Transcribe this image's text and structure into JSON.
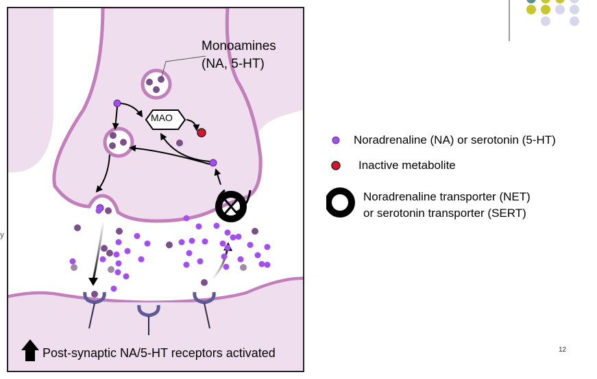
{
  "diagram": {
    "monoamines_line1": "Monoamines",
    "monoamines_line2": "(NA, 5-HT)",
    "mao_label": "MAO",
    "caption": "Post-synaptic NA/5-HT receptors activated",
    "stray_mark": "y"
  },
  "legend": {
    "na_label": "Noradrenaline (NA) or serotonin (5-HT)",
    "inactive_label": "Inactive metabolite",
    "transporter_line1": "Noradrenaline transporter (NET)",
    "transporter_line2": "or serotonin transporter (SERT)"
  },
  "slide": {
    "page_number": "12"
  },
  "colors": {
    "neuron_fill": "#eedeee",
    "membrane": "#c27fbc",
    "free_monoamine": "#a24ef0",
    "vesicle_monoamine": "#7a4f8a",
    "inactive_metabolite": "#e0112a",
    "receptor": "#5e5a98",
    "transporter": "#000000",
    "deco_teal": "#5f8e97",
    "deco_olive": "#c7c72c",
    "deco_lavender": "#d7d6ea"
  }
}
